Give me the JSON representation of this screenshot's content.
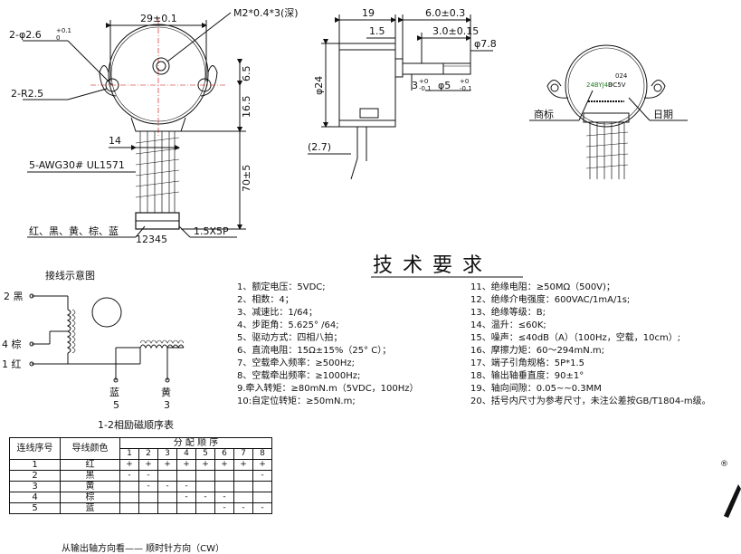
{
  "front_view": {
    "width_dim": "29±0.1",
    "screw_dim": "M2*0.4*3(深)",
    "hole_dim": "2-φ2.6",
    "hole_tol_upper": "+0.1",
    "hole_tol_lower": "0",
    "radius_dim": "2-R2.5",
    "dim_6_5": "6.5",
    "dim_16_5": "16.5",
    "dim_14": "14",
    "dim_70": "70±5",
    "wire_spec": "5-AWG30# UL1571",
    "colors_label": "红、黑、黄、棕、蓝",
    "pin_numbers": "12345",
    "connector": "1.5X5P"
  },
  "side_view": {
    "dim_19": "19",
    "dim_6": "6.0±0.3",
    "dim_1_5": "1.5",
    "dim_3": "3.0±0.15",
    "dim_7_8": "φ7.8",
    "dim_24": "φ24",
    "flat_dim": "3",
    "flat_tol_upper": "+0",
    "flat_tol_lower": "-0.1",
    "shaft_dim": "φ5",
    "shaft_tol_upper": "+0",
    "shaft_tol_lower": "-0.1",
    "dim_2_7": "(2.7)"
  },
  "label_view": {
    "trademark": "商标",
    "date": "日期",
    "model": "24BYJ48",
    "voltage": "DC5V",
    "code": "024"
  },
  "title": "技 术 要 求",
  "specs_left": [
    "1、额定电压：5VDC;",
    "2、相数：4；",
    "3、减速比：1/64；",
    "4、步距角：5.625° /64;",
    "5、驱动方式：四相八拍；",
    "6、直流电阻：15Ω±15%（25° C）；",
    "7、空载牵入频率：≥500Hz;",
    "8、空载牵出频率：≥1000Hz;",
    "9.牵入转矩：≥80mN.m（5VDC，100Hz）",
    "10:自定位转矩：≥50mN.m;"
  ],
  "specs_right": [
    "11、绝缘电阻：≥50MΩ（500V)；",
    "12、绝缘介电强度：600VAC/1mA/1s;",
    "13、绝缘等级：B;",
    "14、温升：≤60K;",
    "15、噪声：≤40dB（A）（100Hz，空载，10cm）;",
    "16、摩擦力矩：60～294mN.m;",
    "17、端子引角规格：5P*1.5",
    "18、输出轴垂直度：90±1°",
    "19、轴向间隙：0.05~~0.3MM",
    "20、括号内尺寸为参考尺寸，未注公差按GB/T1804-m级。"
  ],
  "wiring": {
    "title": "接线示意图",
    "wire2": "2 黑",
    "wire4": "4 棕",
    "wire1": "1 红",
    "blue": "蓝",
    "blue_num": "5",
    "yellow": "黄",
    "yellow_num": "3",
    "caption": "1-2相励磁顺序表"
  },
  "table": {
    "col1": "连线序号",
    "col2": "导线颜色",
    "group": "分 配 顺 序",
    "steps": [
      "1",
      "2",
      "3",
      "4",
      "5",
      "6",
      "7",
      "8"
    ],
    "rows": [
      {
        "num": "1",
        "color": "红",
        "cells": [
          "+",
          "+",
          "+",
          "+",
          "+",
          "+",
          "+",
          "+"
        ]
      },
      {
        "num": "2",
        "color": "黑",
        "cells": [
          "-",
          "-",
          "",
          "",
          "",
          "",
          "",
          "-"
        ]
      },
      {
        "num": "3",
        "color": "黄",
        "cells": [
          "",
          "-",
          "-",
          "-",
          "",
          "",
          "",
          ""
        ]
      },
      {
        "num": "4",
        "color": "棕",
        "cells": [
          "",
          "",
          "",
          "-",
          "-",
          "-",
          "",
          ""
        ]
      },
      {
        "num": "5",
        "color": "蓝",
        "cells": [
          "",
          "",
          "",
          "",
          "",
          "-",
          "-",
          "-"
        ]
      }
    ],
    "note": "从输出轴方向看——   顺时针方向（CW）"
  },
  "corner_mark": "®"
}
